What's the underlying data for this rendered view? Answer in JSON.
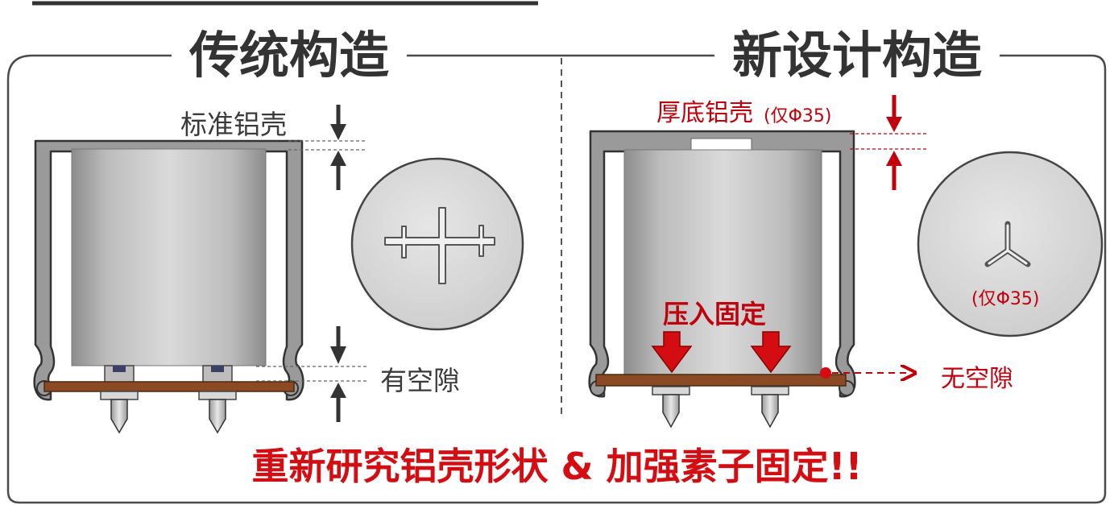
{
  "left": {
    "title": "传统构造",
    "top_label": "标准铝壳",
    "bottom_label": "有空隙"
  },
  "right": {
    "title": "新设计构造",
    "top_label_main": "厚底铝壳",
    "top_label_note": "(仅Φ35)",
    "circle_note": "(仅Φ35)",
    "press_label": "压入固定",
    "no_gap_label": "无空隙"
  },
  "banner": "重新研究铝壳形状 & 加强素子固定!!",
  "colors": {
    "frame": "#4a4a4a",
    "heading_text": "#333333",
    "accent_red": "#c0000b",
    "banner_red": "#d40d12",
    "pcb_brown": "#8b4a23",
    "body_gray": "#bdbdbd",
    "disc_gray": "#dcdcdc"
  }
}
